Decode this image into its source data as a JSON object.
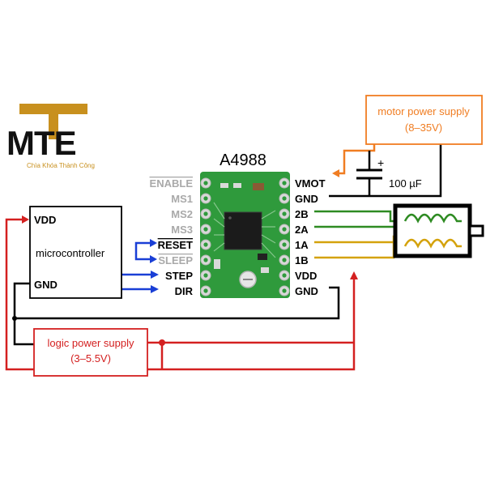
{
  "logo": {
    "wordmark": "MTE",
    "tagline": "Chìa Khóa Thành Công"
  },
  "chip": {
    "title": "A4988"
  },
  "pins_left": {
    "enable": "ENABLE",
    "ms1": "MS1",
    "ms2": "MS2",
    "ms3": "MS3",
    "reset": "RESET",
    "sleep": "SLEEP",
    "step": "STEP",
    "dir": "DIR"
  },
  "pins_right": {
    "vmot": "VMOT",
    "gnd_top": "GND",
    "b2": "2B",
    "a2": "2A",
    "a1": "1A",
    "b1": "1B",
    "vdd": "VDD",
    "gnd_bottom": "GND"
  },
  "microcontroller": {
    "vdd": "VDD",
    "name": "microcontroller",
    "gnd": "GND"
  },
  "motor_supply": {
    "line1": "motor power supply",
    "line2": "(8–35V)"
  },
  "logic_supply": {
    "line1": "logic power supply",
    "line2": "(3–5.5V)"
  },
  "capacitor": {
    "value": "100 µF",
    "polarity": "+"
  },
  "colors": {
    "orange": "#f07d22",
    "red": "#d42020",
    "blue": "#1a3fd6",
    "green": "#2e8b22",
    "yellow": "#d4a20c",
    "board": "#2f9a3c",
    "logo_gold": "#c8901e",
    "gray_label": "#a9a9a9"
  }
}
